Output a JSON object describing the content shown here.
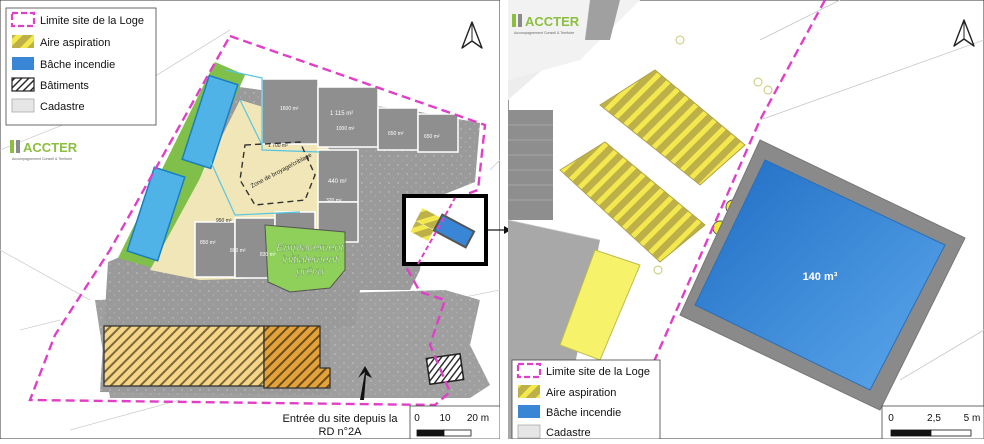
{
  "left_map": {
    "legend": [
      {
        "key": "limite",
        "label": "Limite site de la Loge"
      },
      {
        "key": "aire",
        "label": "Aire aspiration"
      },
      {
        "key": "bache",
        "label": "Bâche incendie"
      },
      {
        "key": "batiments",
        "label": "Bâtiments"
      },
      {
        "key": "cadastre",
        "label": "Cadastre"
      }
    ],
    "logo": {
      "name": "ACCTER",
      "tagline": "Accompagnement Conseil & Territoire"
    },
    "areas": [
      "1600 m²",
      "1 115 m²",
      "1000 m²",
      "650 m²",
      "650 m²",
      "1 700 m²",
      "440 m²",
      "320 m²",
      "950 m²",
      "850 m²",
      "800 m²",
      "830 m²"
    ],
    "zone_label": "Zone de broyage/criblage",
    "emplacement": [
      "Emplacement",
      "initialement",
      "prévu"
    ],
    "entrance": [
      "Entrée du site depuis la",
      "RD n°2A"
    ],
    "scale": {
      "labels": [
        "0",
        "10",
        "20 m"
      ]
    }
  },
  "right_map": {
    "logo": {
      "name": "ACCTER",
      "tagline": "Accompagnement Conseil & Territoire"
    },
    "tank_label": "140 m³",
    "legend": [
      {
        "key": "limite",
        "label": "Limite site de la Loge"
      },
      {
        "key": "aire",
        "label": "Aire aspiration"
      },
      {
        "key": "bache",
        "label": "Bâche incendie"
      },
      {
        "key": "cadastre",
        "label": "Cadastre"
      }
    ],
    "scale": {
      "labels": [
        "0",
        "2,5",
        "5 m"
      ]
    }
  },
  "colors": {
    "limite": "#e040c8",
    "aire_fill": "#c8b84a",
    "aire_stripe": "#f4e84a",
    "bache": "#3a86d6",
    "batiment": "#8e8e8e",
    "cadastre": "#e6e6e6",
    "logo_green": "#8cbf3f",
    "logo_gray": "#8a8a8a"
  },
  "icons": [
    "north-arrow-icon",
    "arrow-right-icon"
  ]
}
